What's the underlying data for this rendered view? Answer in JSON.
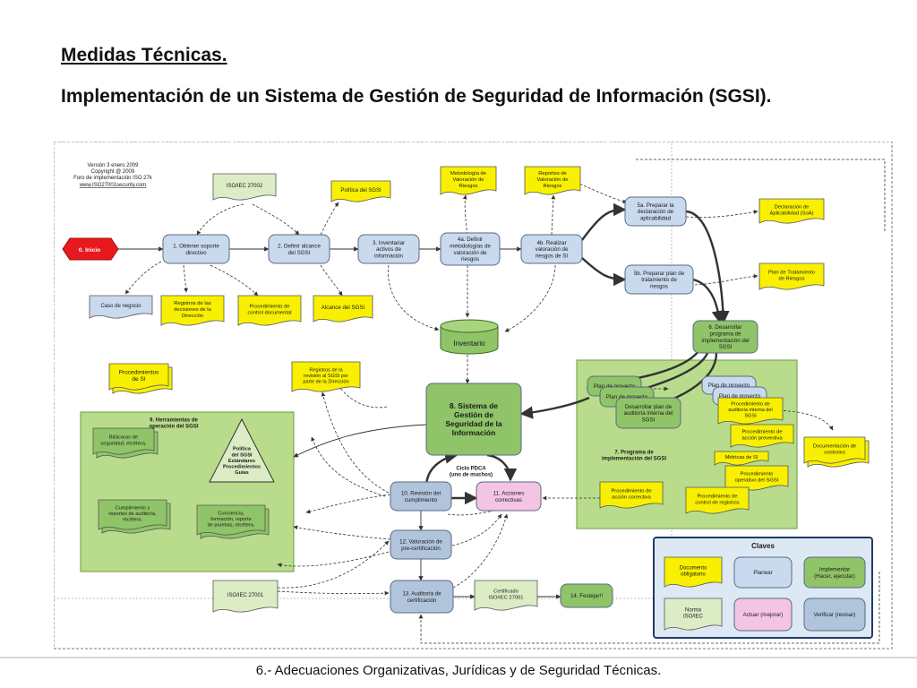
{
  "slide": {
    "title": "Medidas Técnicas.",
    "subtitle": "Implementación de un Sistema de Gestión de Seguridad de Información (SGSI).",
    "footer": "6.- Adecuaciones Organizativas, Jurídicas y de Seguridad Técnicas."
  },
  "diagram": {
    "version": [
      "Versión 3 enero 2009",
      "Copyright @ 2009",
      "Foro de implementación ISO 27k",
      "www.ISO27001security.com"
    ],
    "colors": {
      "document": "#f8f000",
      "standard": "#dcecc4",
      "plan": "#c9d9ee",
      "implement": "#8fc468",
      "act": "#f4c4e4",
      "verify": "#b0c4dc",
      "start": "#e8191e",
      "group": "#b9dc8c",
      "legend_bg": "#dce8f4"
    },
    "nodes": {
      "n0": "0. Inicio",
      "n1": [
        "1. Obtener soporte",
        "directivo"
      ],
      "n2": [
        "2. Definir alcance",
        "del SGSI"
      ],
      "n3": [
        "3. Inventariar",
        "activos de",
        "información"
      ],
      "n4a": [
        "4a. Definir",
        "metodologías de",
        "valoración de",
        "riesgos"
      ],
      "n4b": [
        "4b. Realizar",
        "valoración de",
        "riesgos de SI"
      ],
      "n5a": [
        "5a. Preparar la",
        "declaración de",
        "aplicabilidad"
      ],
      "n5b": [
        "5b. Preparar plan de",
        "tratamiento de",
        "riesgos"
      ],
      "n6": [
        "6. Desarrollar",
        "programa de",
        "implementación del",
        "SGSI"
      ],
      "n8": [
        "8. Sistema de",
        "Gestión de",
        "Seguridad de la",
        "Información"
      ],
      "n10": [
        "10. Revisión del",
        "cumplimiento"
      ],
      "n11": [
        "11. Acciones",
        "correctivas"
      ],
      "n12": [
        "12. Valoración de",
        "pre-certificación"
      ],
      "n13": [
        "13. Auditoría de",
        "certificación"
      ],
      "n14": "14. Festejar!!",
      "cycle": [
        "Ciclo PDCA",
        "(uno de muchos)"
      ],
      "group7": [
        "7. Programa de",
        "implementación del SGSI"
      ],
      "group9": [
        "9. Herramientas de",
        "operación del SGSI"
      ],
      "triangle": [
        "Política",
        "del SGSI",
        "Estándares",
        "Procedimientos",
        "Guías"
      ],
      "plan_proyecto": [
        "Plan de proyecto",
        "Plan de proyecto"
      ],
      "plan_proyecto_b": [
        "Plan de proyecto",
        "Plan de proyecto"
      ]
    },
    "docs": {
      "iso27002": "ISO/IEC 27002",
      "politica": "Política del SGSI",
      "metodologia": [
        "Metodología de",
        "Valoración de",
        "Riesgos"
      ],
      "reportes": [
        "Reportes de",
        "Valoración de",
        "Riesgos"
      ],
      "declaracion": [
        "Declaración de",
        "Aplicabilidad (SoA)"
      ],
      "plan_tratamiento": [
        "Plan de Tratamiento",
        "de Riesgos"
      ],
      "caso": "Caso de negocio",
      "registros_decisiones": [
        "Registros de las",
        "decisiones de la",
        "Dirección"
      ],
      "procedimiento_control": [
        "Procedimiento de",
        "control documental"
      ],
      "alcance": "Alcance del SGSI",
      "inventario": "Inventario",
      "registros_revision": [
        "Registros de la",
        "revisión al SGSI por",
        "parte de la Dirección"
      ],
      "procedimientos_si": [
        "Procedimientos",
        "de SI"
      ],
      "bitacoras": [
        "Bitácoras de",
        "seguridad, etcétera."
      ],
      "cumplimiento": [
        "Cumplimiento y",
        "reportes de auditoría,",
        "etcétera."
      ],
      "conciencia": [
        "Conciencia,",
        "formación, reporte",
        "de pruebas, etcétera."
      ],
      "plan_auditoria": [
        "Desarrollar plan de",
        "auditoría interna del",
        "SGSI"
      ],
      "proc_auditoria": [
        "Procedimiento de",
        "auditoría interna del",
        "SGSI"
      ],
      "proc_preventiva": [
        "Procedimiento de",
        "acción preventiva"
      ],
      "documentacion": [
        "Documentación de",
        "controles"
      ],
      "metricas": "Métricas de SI",
      "proc_operativo": [
        "Procedimiento",
        "operativo del SGSI"
      ],
      "proc_correctiva": [
        "Procedimiento de",
        "acción correctiva"
      ],
      "proc_registros": [
        "Procedimiento de",
        "control de registros"
      ],
      "iso27001": "ISO/IEC 27001",
      "certificado": [
        "Certificado",
        "ISO/IEC 27001"
      ]
    },
    "legend": {
      "title": "Claves",
      "doc": [
        "Documento",
        "obligatorio"
      ],
      "plan": "Planear",
      "implement": [
        "Implementar",
        "(Hacer, ejecutar)"
      ],
      "norma": [
        "Norma",
        "ISO/IEC"
      ],
      "act": "Actuar (mejorar)",
      "verify": "Verificar (revisar)"
    }
  }
}
